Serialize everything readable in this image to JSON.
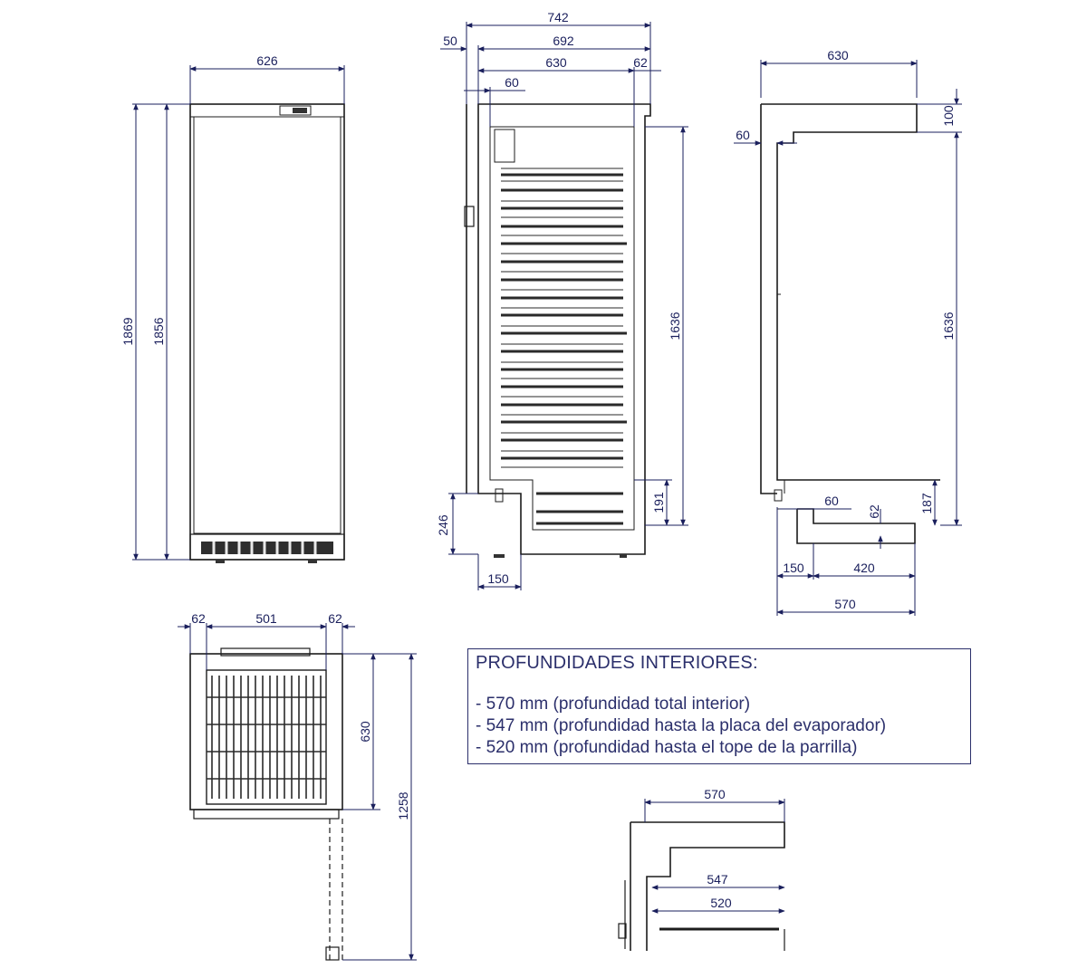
{
  "colors": {
    "dimension": "#1a1f5c",
    "outline": "#1c1c1c",
    "grille": "#333333"
  },
  "front_view": {
    "width_label": "626",
    "height_total_label": "1869",
    "height_body_label": "1856"
  },
  "side_section": {
    "depth_total_label": "742",
    "depth_body_label": "692",
    "door_offset_label": "50",
    "depth_inner_label": "630",
    "door_thickness_label": "62",
    "top_step_label": "60",
    "inner_height_label": "1636",
    "compressor_bay_height_label": "246",
    "bottom_basket_label": "191",
    "compressor_bay_depth_label": "150"
  },
  "side_profile": {
    "depth_label": "630",
    "top_label": "100",
    "top_step_label": "60",
    "inner_height_label": "1636",
    "bay_step_label": "60",
    "bay_height_label": "187",
    "bay_inner_label": "62",
    "bay_depth_label": "150",
    "floor_depth_label": "420",
    "total_depth_label": "570"
  },
  "top_view": {
    "left_label": "62",
    "width_label": "501",
    "right_label": "62",
    "depth_label": "630",
    "door_open_label": "1258"
  },
  "depth_detail": {
    "total_label": "570",
    "evaporator_label": "547",
    "grid_label": "520"
  },
  "info": {
    "title": "PROFUNDIDADES INTERIORES:",
    "lines": [
      "- 570 mm (profundidad total interior)",
      "- 547 mm (profundidad hasta la placa del evaporador)",
      "- 520 mm (profundidad hasta el tope de la parrilla)"
    ]
  }
}
